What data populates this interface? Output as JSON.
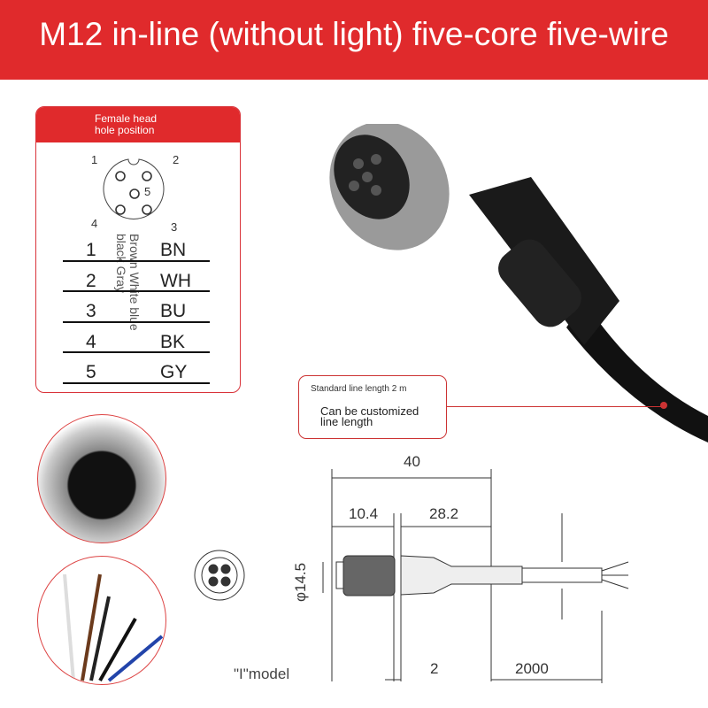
{
  "header": {
    "title": "M12 in-line (without light) five-core five-wire"
  },
  "pinout": {
    "heading": "Female head hole position",
    "heading_line1": "Female head",
    "heading_line2": "hole position",
    "pin_labels": [
      "1",
      "2",
      "3",
      "4",
      "5"
    ],
    "wires": [
      {
        "num": "1",
        "code": "BN"
      },
      {
        "num": "2",
        "code": "WH"
      },
      {
        "num": "3",
        "code": "BU"
      },
      {
        "num": "4",
        "code": "BK"
      },
      {
        "num": "5",
        "code": "GY"
      }
    ],
    "color_names_col1": "Brown White blue",
    "color_names_col2": "black Gray"
  },
  "callout": {
    "line1": "Standard line length 2 m",
    "line2": "Can be customized line length"
  },
  "drawing": {
    "dims": {
      "total": "40",
      "head": "10.4",
      "body": "28.2",
      "diameter": "φ14.5",
      "offset": "2",
      "cable": "2000"
    },
    "model": "\"I\"model"
  }
}
